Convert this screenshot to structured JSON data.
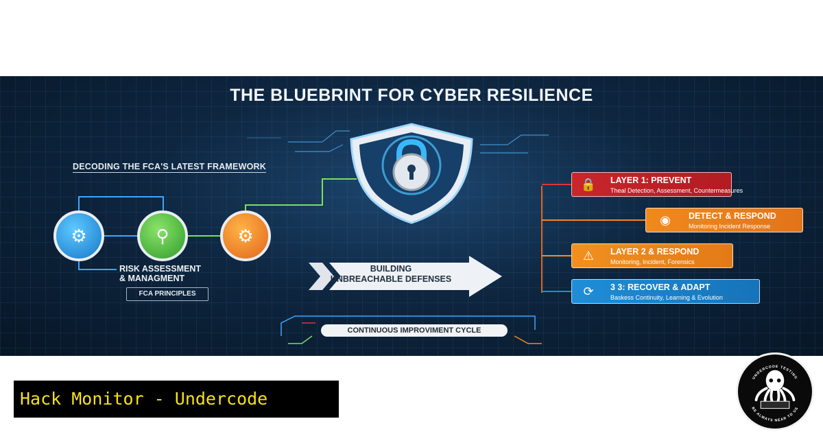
{
  "banner": {
    "title": "THE BLUEBRINT FOR CYBER RESILIENCE",
    "subtitle": "DECODING THE FCA'S LATEST FRAMEWORK",
    "risk_label_line1": "RISK ASSESSMENT",
    "risk_label_line2": "& MANAGMENT",
    "fca_label": "FCA PRINCIPLES",
    "arrow_line1": "BUILDING",
    "arrow_line2": "UNBREACHABLE DEFENSES",
    "cycle_label": "CONTINUOUS IMPROVIMENT CYCLE",
    "layers": [
      {
        "title": "LAYER 1: PREVENT",
        "desc": "Theal Detection, Assessment, Countermeasures",
        "color": "#c9262b",
        "icon": "document-lock-icon"
      },
      {
        "title": "DETECT & RESPOND",
        "desc": "Monitoring Incident Response",
        "color": "#f08a1c",
        "icon": "eye-icon"
      },
      {
        "title": "LAYER 2 & RESPOND",
        "desc": "Monitoring, Incident, Forensics",
        "color": "#f1901f",
        "icon": "alarm-icon"
      },
      {
        "title": "3 3: RECOVER & ADAPT",
        "desc": "Baskess Continuity, Learning & Evolution",
        "color": "#1e8ed8",
        "icon": "recovery-icon"
      }
    ],
    "circles": [
      {
        "icon": "brain-icon",
        "color": "#1677c9"
      },
      {
        "icon": "magnifier-icon",
        "color": "#2e9c2a"
      },
      {
        "icon": "gears-icon",
        "color": "#e2651a"
      }
    ]
  },
  "footer": {
    "label": "Hack Monitor - Undercode",
    "text_color": "#f6e11a"
  },
  "logo": {
    "icon": "octopus-logo-icon",
    "text_top": "UNDERCODE TESTING",
    "text_bottom": "BE ALWAYS NEAR TO US"
  }
}
